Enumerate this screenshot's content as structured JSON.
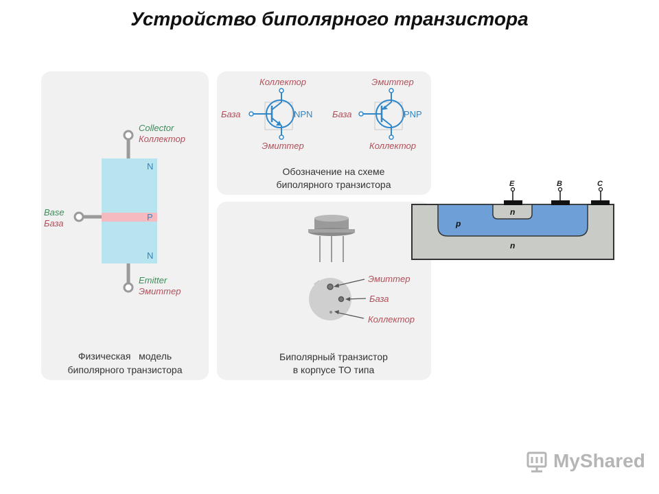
{
  "title": "Устройство биполярного транзистора",
  "physical_model": {
    "collector_en": "Collector",
    "collector_ru": "Коллектор",
    "base_en": "Base",
    "base_ru": "База",
    "emitter_en": "Emitter",
    "emitter_ru": "Эмиттер",
    "layer_top": "N",
    "layer_mid": "P",
    "layer_bottom": "N",
    "caption_line1": "Физическая   модель",
    "caption_line2": "биполярного транзистора"
  },
  "symbols": {
    "npn": {
      "collector": "Коллектор",
      "base": "База",
      "emitter": "Эмиттер",
      "type": "NPN"
    },
    "pnp": {
      "emitter": "Эмиттер",
      "base": "База",
      "collector": "Коллектор",
      "type": "PNP"
    },
    "caption_line1": "Обозначение на схеме",
    "caption_line2": "биполярного транзистора"
  },
  "to_package": {
    "emitter": "Эмиттер",
    "base": "База",
    "collector": "Коллектор",
    "caption_line1": "Биполярный транзистор",
    "caption_line2": "в корпусе ТО типа"
  },
  "cross_section": {
    "terminal_e": "E",
    "terminal_b": "B",
    "terminal_c": "C",
    "region_emitter": "n",
    "region_base": "p",
    "region_substrate": "n"
  },
  "watermark": "MyShared",
  "colors": {
    "collector_label": "#3c8c5a",
    "russian_label": "#b0505a",
    "symbol_blue": "#2f86c8",
    "n_layer": "#b7e4ef",
    "p_layer": "#f5b9c0",
    "p_region": "#6e9fd6",
    "substrate": "#c8cbc6"
  }
}
